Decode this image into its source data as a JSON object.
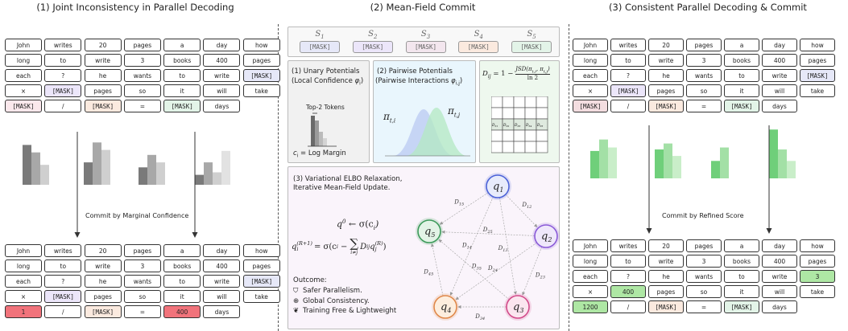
{
  "titles": {
    "left": "(1) Joint Inconsistency in Parallel Decoding",
    "middle": "(2) Mean-Field Commit",
    "right": "(3) Consistent Parallel Decoding & Commit"
  },
  "mask_label": "[MASK]",
  "colors": {
    "mask_blue": "#e6e8f8",
    "mask_purple": "#ece6fa",
    "mask_pink": "#fbe8ec",
    "mask_peach": "#fbeadf",
    "mask_green": "#e3f4e8",
    "red": "#f1737b",
    "green": "#aee7a4",
    "mid_gray": "#f0f0f0"
  },
  "left_top": [
    [
      {
        "t": "John"
      },
      {
        "t": "writes"
      },
      {
        "t": "20"
      },
      {
        "t": "pages"
      },
      {
        "t": "a"
      },
      {
        "t": "day"
      },
      {
        "t": "how"
      }
    ],
    [
      {
        "t": "long"
      },
      {
        "t": "to"
      },
      {
        "t": "write"
      },
      {
        "t": "3"
      },
      {
        "t": "books"
      },
      {
        "t": "400"
      },
      {
        "t": "pages"
      }
    ],
    [
      {
        "t": "each"
      },
      {
        "t": "?"
      },
      {
        "t": "he"
      },
      {
        "t": "wants"
      },
      {
        "t": "to"
      },
      {
        "t": "write"
      },
      {
        "t": "[MASK]",
        "c": "#e6e8f8"
      }
    ],
    [
      {
        "t": "×"
      },
      {
        "t": "[MASK]",
        "c": "#ece6fa"
      },
      {
        "t": "pages"
      },
      {
        "t": "so"
      },
      {
        "t": "it"
      },
      {
        "t": "will"
      },
      {
        "t": "take"
      }
    ],
    [
      {
        "t": "[MASK]",
        "c": "#fbe8ec"
      },
      {
        "t": "/"
      },
      {
        "t": "[MASK]",
        "c": "#fbeadf"
      },
      {
        "t": "="
      },
      {
        "t": "[MASK]",
        "c": "#e3f4e8"
      },
      {
        "t": "days"
      }
    ]
  ],
  "left_bottom": [
    [
      {
        "t": "John"
      },
      {
        "t": "writes"
      },
      {
        "t": "20"
      },
      {
        "t": "pages"
      },
      {
        "t": "a"
      },
      {
        "t": "day"
      },
      {
        "t": "how"
      }
    ],
    [
      {
        "t": "long"
      },
      {
        "t": "to"
      },
      {
        "t": "write"
      },
      {
        "t": "3"
      },
      {
        "t": "books"
      },
      {
        "t": "400"
      },
      {
        "t": "pages"
      }
    ],
    [
      {
        "t": "each"
      },
      {
        "t": "?"
      },
      {
        "t": "he"
      },
      {
        "t": "wants"
      },
      {
        "t": "to"
      },
      {
        "t": "write"
      },
      {
        "t": "[MASK]",
        "c": "#e6e8f8"
      }
    ],
    [
      {
        "t": "×"
      },
      {
        "t": "[MASK]",
        "c": "#ece6fa"
      },
      {
        "t": "pages"
      },
      {
        "t": "so"
      },
      {
        "t": "it"
      },
      {
        "t": "will"
      },
      {
        "t": "take"
      }
    ],
    [
      {
        "t": "1",
        "c": "#f1737b"
      },
      {
        "t": "/"
      },
      {
        "t": "[MASK]",
        "c": "#fbeadf"
      },
      {
        "t": "="
      },
      {
        "t": "400",
        "c": "#f1737b"
      },
      {
        "t": "days"
      }
    ]
  ],
  "right_top": [
    [
      {
        "t": "John"
      },
      {
        "t": "writes"
      },
      {
        "t": "20"
      },
      {
        "t": "pages"
      },
      {
        "t": "a"
      },
      {
        "t": "day"
      },
      {
        "t": "how"
      }
    ],
    [
      {
        "t": "long"
      },
      {
        "t": "to"
      },
      {
        "t": "write"
      },
      {
        "t": "3"
      },
      {
        "t": "books"
      },
      {
        "t": "400"
      },
      {
        "t": "pages"
      }
    ],
    [
      {
        "t": "each"
      },
      {
        "t": "?"
      },
      {
        "t": "he"
      },
      {
        "t": "wants"
      },
      {
        "t": "to"
      },
      {
        "t": "write"
      },
      {
        "t": "[MASK]",
        "c": "#e6e8f8"
      }
    ],
    [
      {
        "t": "×"
      },
      {
        "t": "[MASK]",
        "c": "#ece6fa"
      },
      {
        "t": "pages"
      },
      {
        "t": "so"
      },
      {
        "t": "it"
      },
      {
        "t": "will"
      },
      {
        "t": "take"
      }
    ],
    [
      {
        "t": "[MASK]",
        "c": "#f3dde0"
      },
      {
        "t": "/"
      },
      {
        "t": "[MASK]",
        "c": "#fbeadf"
      },
      {
        "t": "="
      },
      {
        "t": "[MASK]",
        "c": "#e3f4e8"
      },
      {
        "t": "days"
      }
    ]
  ],
  "right_bottom": [
    [
      {
        "t": "John"
      },
      {
        "t": "writes"
      },
      {
        "t": "20"
      },
      {
        "t": "pages"
      },
      {
        "t": "a"
      },
      {
        "t": "day"
      },
      {
        "t": "how"
      }
    ],
    [
      {
        "t": "long"
      },
      {
        "t": "to"
      },
      {
        "t": "write"
      },
      {
        "t": "3"
      },
      {
        "t": "books"
      },
      {
        "t": "400"
      },
      {
        "t": "pages"
      }
    ],
    [
      {
        "t": "each"
      },
      {
        "t": "?"
      },
      {
        "t": "he"
      },
      {
        "t": "wants"
      },
      {
        "t": "to"
      },
      {
        "t": "write"
      },
      {
        "t": "3",
        "c": "#aee7a4"
      }
    ],
    [
      {
        "t": "×"
      },
      {
        "t": "400",
        "c": "#aee7a4"
      },
      {
        "t": "pages"
      },
      {
        "t": "so"
      },
      {
        "t": "it"
      },
      {
        "t": "will"
      },
      {
        "t": "take"
      }
    ],
    [
      {
        "t": "1200",
        "c": "#aee7a4"
      },
      {
        "t": "/"
      },
      {
        "t": "[MASK]",
        "c": "#fbeadf"
      },
      {
        "t": "="
      },
      {
        "t": "[MASK]",
        "c": "#e3f4e8"
      },
      {
        "t": "days"
      }
    ]
  ],
  "left_bar_groups": [
    [
      0.8,
      0.65,
      0.4
    ],
    [
      0.45,
      0.85,
      0.7
    ],
    [
      0.35,
      0.6,
      0.45
    ],
    [
      0.2,
      0.45,
      0.25,
      0.68
    ]
  ],
  "right_bar_groups": [
    [
      0.55,
      0.78,
      0.62
    ],
    [
      0.58,
      0.7,
      0.45
    ],
    [
      0.35,
      0.62
    ],
    [
      0.98,
      0.58,
      0.35
    ]
  ],
  "left_arrow_label": "Commit by Marginal Confidence",
  "right_arrow_label": "Commit by Refined Score",
  "s_labels": [
    "S",
    "S",
    "S",
    "S",
    "S"
  ],
  "s_subs": [
    "1",
    "2",
    "3",
    "4",
    "5"
  ],
  "s_masks": [
    {
      "t": "[MASK]",
      "c": "#e6e8f8"
    },
    {
      "t": "[MASK]",
      "c": "#ece6fa"
    },
    {
      "t": "[MASK]",
      "c": "#f3e6ee"
    },
    {
      "t": "[MASK]",
      "c": "#fbeadf"
    },
    {
      "t": "[MASK]",
      "c": "#e3f4e8"
    }
  ],
  "unary": {
    "title1": "(1) Unary Potentials",
    "title2a": "(Local Confidence ",
    "title2b": "φ",
    "title2c": "i",
    "title2d": ")",
    "top2": "Top-2 Tokens",
    "ci_a": "c",
    "ci_b": "i",
    "ci_c": " = Log Margin"
  },
  "pairwise": {
    "title1": "(2) Pairwise Potentials",
    "title2a": "(Pairwise Interactions ",
    "title2b": "φ",
    "title2c": "i,j",
    "title2d": ")",
    "pi_a": "π",
    "pi_a_sub": "t,i",
    "pi_b": "π",
    "pi_b_sub": "t,j"
  },
  "dij": {
    "lhs": "D",
    "lhs_sub": "ij",
    "eq": "= 1 −",
    "numer": "JSD(π",
    "numer_s1": "t,i",
    "numer_mid": ", π",
    "numer_s2": "t,j",
    "numer_end": ")",
    "denom": "ln 2",
    "cells": [
      "D",
      "D",
      "D",
      "D",
      "D"
    ],
    "cell_subs": [
      "31",
      "32",
      "33",
      "34",
      "35"
    ]
  },
  "elbo": {
    "title": "(3) Variational ELBO Relaxation, Iterative Mean-Field Update.",
    "eq1_a": "q",
    "eq1_sup": "0",
    "eq1_b": "← σ(c",
    "eq1_sub": "i",
    "eq1_c": ")",
    "eq2_a": "q",
    "eq2_sub": "i",
    "eq2_sup": "(R+1)",
    "eq2_b": "= σ(c",
    "eq2_sub2": "i",
    "eq2_c": "−",
    "sum_sym": "∑",
    "sum_under": "i≠j",
    "eq2_d": "D",
    "eq2_sub3": "ij",
    "eq2_e": "q",
    "eq2_sub4": "j",
    "eq2_sup4": "(R)",
    "eq2_f": ")",
    "outcome_title": "Outcome:",
    "outcomes": [
      {
        "icon": "shield-icon",
        "glyph": "⛉",
        "text": "Safer Parallelism."
      },
      {
        "icon": "globe-icon",
        "glyph": "⊕",
        "text": "Global Consistency."
      },
      {
        "icon": "leaf-icon",
        "glyph": "❦",
        "text": "Training Free & Lightweight"
      }
    ],
    "nodes": [
      {
        "label": "q",
        "sub": "1",
        "color": "#4b62d8",
        "fill": "#e7ebfb"
      },
      {
        "label": "q",
        "sub": "2",
        "color": "#8a5ad8",
        "fill": "#efe7fb"
      },
      {
        "label": "q",
        "sub": "3",
        "color": "#d24a8a",
        "fill": "#fbe5ef"
      },
      {
        "label": "q",
        "sub": "4",
        "color": "#e0884a",
        "fill": "#fdeede"
      },
      {
        "label": "q",
        "sub": "5",
        "color": "#3c9a5a",
        "fill": "#e2f3e6"
      }
    ],
    "edges": [
      {
        "a": 0,
        "b": 1,
        "l": "D",
        "s": "12"
      },
      {
        "a": 0,
        "b": 2,
        "l": "D",
        "s": "13"
      },
      {
        "a": 0,
        "b": 3,
        "l": "D",
        "s": "14"
      },
      {
        "a": 0,
        "b": 4,
        "l": "D",
        "s": "15"
      },
      {
        "a": 1,
        "b": 2,
        "l": "D",
        "s": "23"
      },
      {
        "a": 1,
        "b": 3,
        "l": "D",
        "s": "24"
      },
      {
        "a": 1,
        "b": 4,
        "l": "D",
        "s": "25"
      },
      {
        "a": 2,
        "b": 3,
        "l": "D",
        "s": "34"
      },
      {
        "a": 2,
        "b": 4,
        "l": "D",
        "s": "35"
      },
      {
        "a": 3,
        "b": 4,
        "l": "D",
        "s": "45"
      }
    ]
  }
}
